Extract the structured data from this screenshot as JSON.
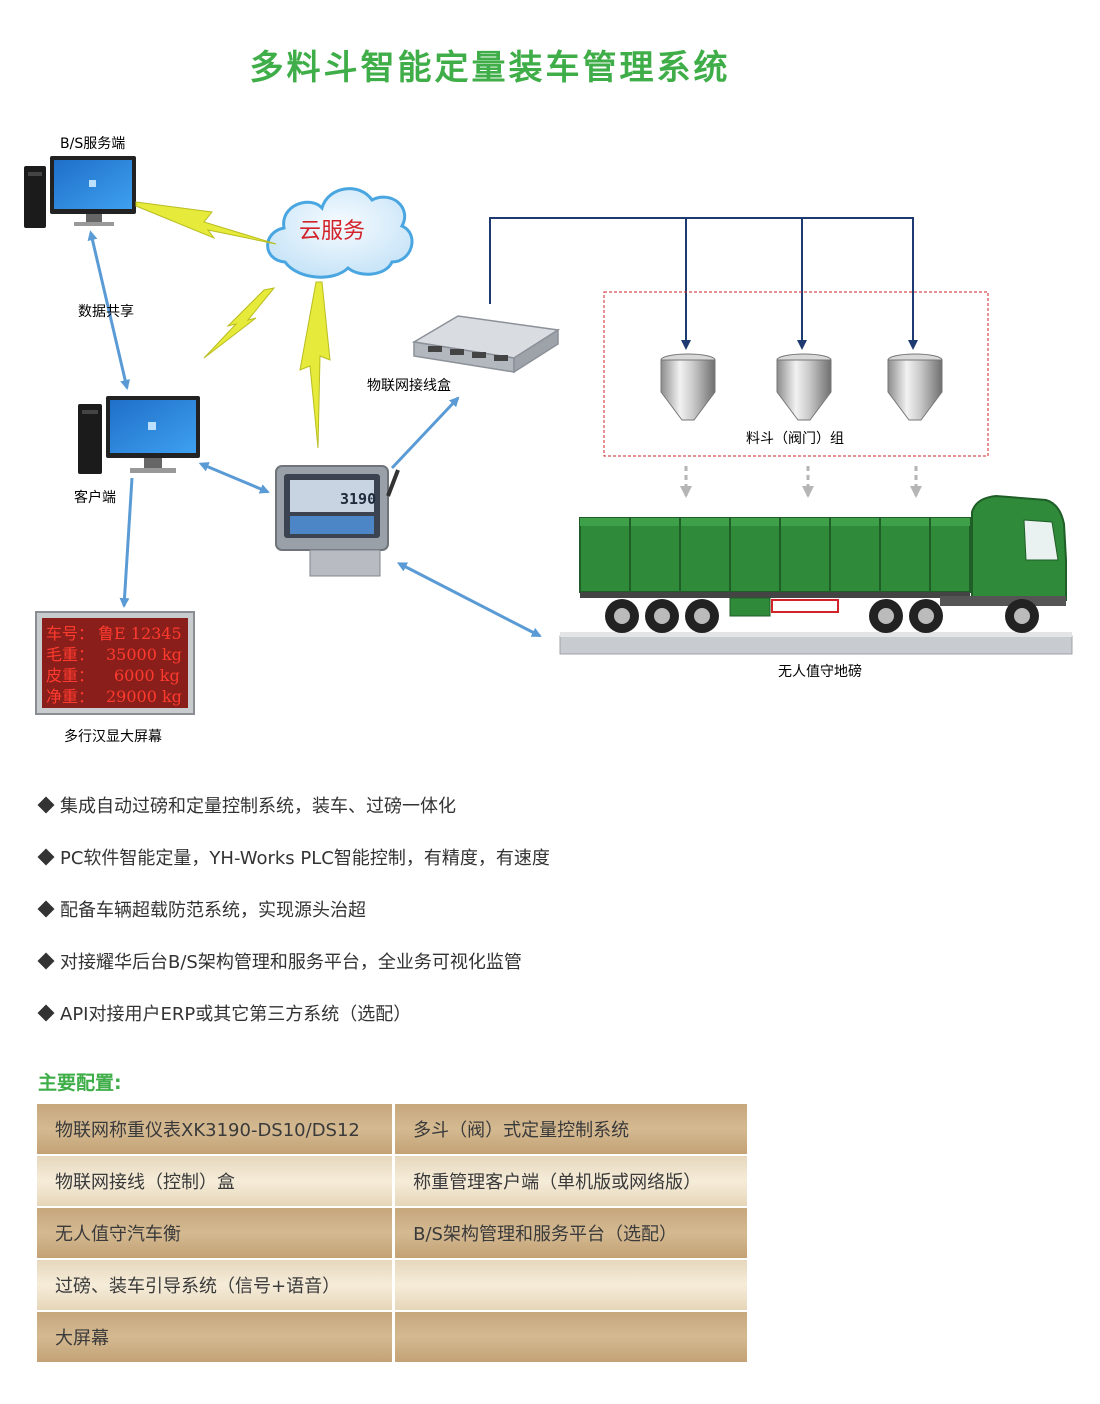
{
  "title": "多料斗智能定量装车管理系统",
  "diagram": {
    "server_label": "B/S服务端",
    "cloud_label": "云服务",
    "data_share_label": "数据共享",
    "client_label": "客户端",
    "iot_box_label": "物联网接线盒",
    "hopper_group_label": "料斗（阀门）组",
    "scale_label": "无人值守地磅",
    "display_label": "多行汉显大屏幕",
    "indicator_reading": "3190",
    "led_rows": [
      {
        "key": "车号：",
        "value": "鲁E 12345"
      },
      {
        "key": "毛重：",
        "value": "35000 kg"
      },
      {
        "key": "皮重：",
        "value": "6000 kg"
      },
      {
        "key": "净重：",
        "value": "29000 kg"
      }
    ]
  },
  "features": [
    "集成自动过磅和定量控制系统，装车、过磅一体化",
    "PC软件智能定量，YH-Works PLC智能控制，有精度，有速度",
    "配备车辆超载防范系统，实现源头治超",
    "对接耀华后台B/S架构管理和服务平台，全业务可视化监管",
    "API对接用户ERP或其它第三方系统（选配）"
  ],
  "config": {
    "title": "主要配置:",
    "rows": [
      [
        "物联网称重仪表XK3190-DS10/DS12",
        "多斗（阀）式定量控制系统"
      ],
      [
        "物联网接线（控制）盒",
        "称重管理客户端（单机版或网络版）"
      ],
      [
        "无人值守汽车衡",
        "B/S架构管理和服务平台（选配）"
      ],
      [
        "过磅、装车引导系统（信号+语音）",
        ""
      ],
      [
        "大屏幕",
        ""
      ]
    ]
  },
  "colors": {
    "title_green": "#3fae49",
    "label_blue": "#3d7db8",
    "label_red": "#d2232a",
    "truck_green": "#2f8a3a",
    "lightning_yellow": "#e6ea3a",
    "table_dark": "#cdb084",
    "table_light": "#f2e7d2"
  }
}
